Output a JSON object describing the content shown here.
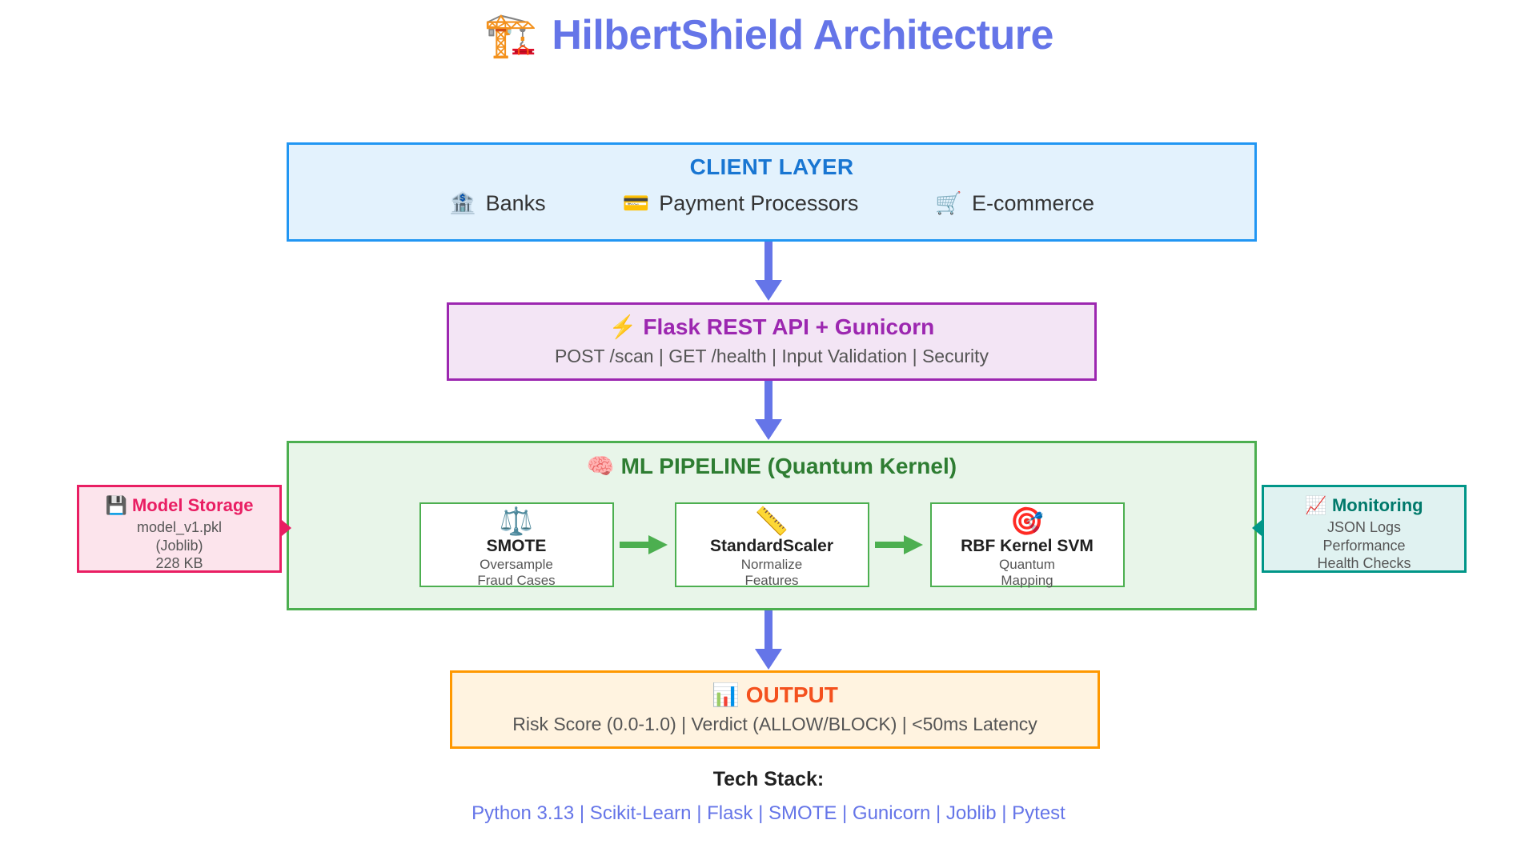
{
  "title": {
    "emoji": "🏗️",
    "emoji_name": "building-construction-crane",
    "text": "HilbertShield Architecture",
    "color": "#6575e8"
  },
  "client_layer": {
    "heading": "CLIENT LAYER",
    "color": "#1976d2",
    "border": "#2196f3",
    "background": "#e3f2fd",
    "items": [
      {
        "emoji": "🏦",
        "emoji_name": "bank-icon",
        "label": "Banks"
      },
      {
        "emoji": "💳",
        "emoji_name": "credit-card-icon",
        "label": "Payment Processors"
      },
      {
        "emoji": "🛒",
        "emoji_name": "shopping-cart-icon",
        "label": "E-commerce"
      }
    ]
  },
  "api_layer": {
    "emoji": "⚡",
    "emoji_name": "lightning-bolt-icon",
    "heading": "Flask REST API + Gunicorn",
    "subtitle": "POST /scan | GET /health | Input Validation | Security",
    "color": "#9c27b0",
    "border": "#9c27b0",
    "background": "#f3e5f5"
  },
  "ml_pipeline": {
    "emoji": "🧠",
    "emoji_name": "brain-icon",
    "heading": "ML PIPELINE (Quantum Kernel)",
    "color": "#2e7d32",
    "border": "#4caf50",
    "background": "#e8f5e9",
    "stages": [
      {
        "emoji": "⚖️",
        "emoji_name": "balance-scale-icon",
        "name": "SMOTE",
        "sub": "Oversample\nFraud Cases"
      },
      {
        "emoji": "📏",
        "emoji_name": "ruler-icon",
        "name": "StandardScaler",
        "sub": "Normalize\nFeatures"
      },
      {
        "emoji": "🎯",
        "emoji_name": "target-dart-icon",
        "name": "RBF Kernel SVM",
        "sub": "Quantum\nMapping"
      }
    ],
    "stage_arrow_color": "#4caf50"
  },
  "model_storage": {
    "emoji": "💾",
    "emoji_name": "floppy-disk-save-icon",
    "heading": "Model Storage",
    "lines": "model_v1.pkl\n(Joblib)\n228 KB",
    "color": "#e91e63",
    "border": "#e91e63",
    "background": "#fce4ec"
  },
  "monitoring": {
    "emoji": "📈",
    "emoji_name": "chart-increasing-icon",
    "heading": "Monitoring",
    "lines": "JSON Logs\nPerformance\nHealth Checks",
    "color": "#00796b",
    "border": "#009688",
    "background": "#e0f2f1"
  },
  "output_layer": {
    "emoji": "📊",
    "emoji_name": "bar-chart-icon",
    "heading": "OUTPUT",
    "subtitle": "Risk Score (0.0-1.0) | Verdict (ALLOW/BLOCK) | <50ms Latency",
    "color": "#f4511e",
    "border": "#ff9800",
    "background": "#fff3e0"
  },
  "footer": {
    "tech_label": "Tech Stack:",
    "tech_list": "Python 3.13 | Scikit-Learn | Flask | SMOTE | Gunicorn | Joblib | Pytest",
    "tech_color": "#6575e8"
  },
  "flow_arrows": {
    "color": "#6575e8",
    "connectors": [
      {
        "from": "CLIENT LAYER",
        "to": "Flask REST API + Gunicorn"
      },
      {
        "from": "Flask REST API + Gunicorn",
        "to": "ML PIPELINE (Quantum Kernel)"
      },
      {
        "from": "ML PIPELINE (Quantum Kernel)",
        "to": "OUTPUT"
      }
    ]
  }
}
